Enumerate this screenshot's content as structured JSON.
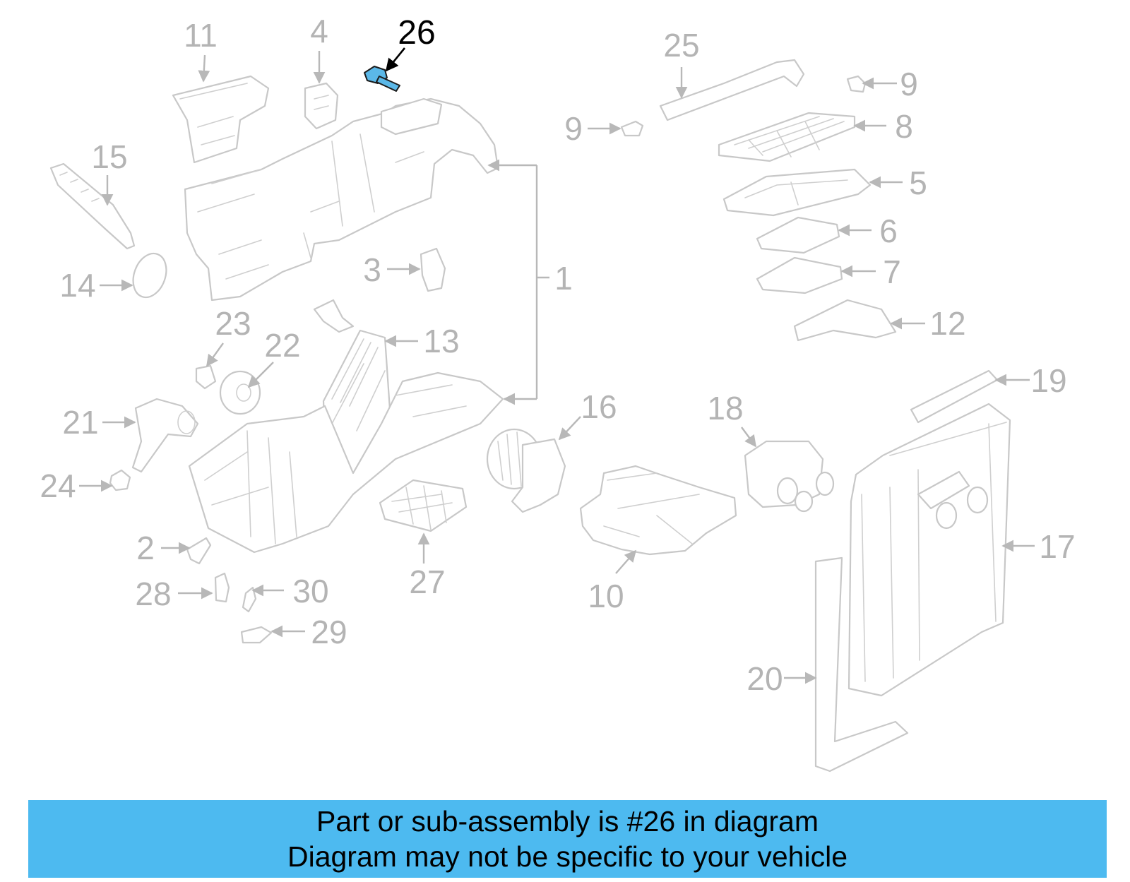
{
  "diagram": {
    "highlighted_part": "26",
    "callouts": [
      "1",
      "2",
      "3",
      "4",
      "5",
      "6",
      "7",
      "8",
      "9",
      "9",
      "10",
      "11",
      "12",
      "13",
      "14",
      "15",
      "16",
      "17",
      "18",
      "19",
      "20",
      "21",
      "22",
      "23",
      "24",
      "25",
      "26",
      "27",
      "28",
      "29",
      "30"
    ]
  },
  "banner": {
    "line1": "Part or sub-assembly is #26 in diagram",
    "line2": "Diagram may not be specific to your vehicle"
  },
  "colors": {
    "banner": "#4dbaf0",
    "highlight_part": "#5bb8e8",
    "part_lines": "#c8c8c8",
    "callout_text": "#b4b4b4"
  }
}
